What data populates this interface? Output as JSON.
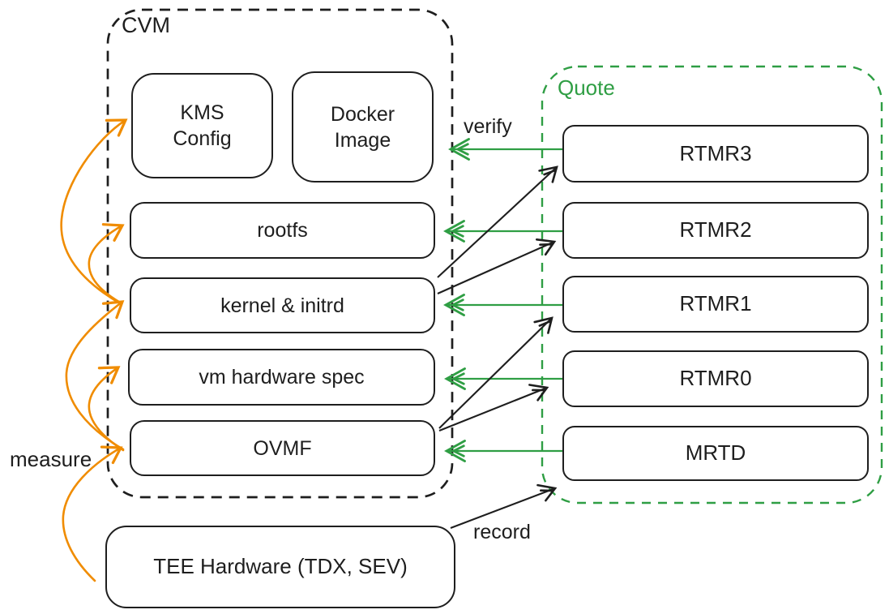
{
  "colors": {
    "ink": "#1e1e1e",
    "orange": "#f08c00",
    "green": "#2f9e44",
    "background": "#ffffff"
  },
  "cvm": {
    "label": "CVM",
    "boxes": {
      "kms_config": {
        "lines": [
          "KMS",
          "Config"
        ]
      },
      "docker_image": {
        "lines": [
          "Docker",
          "Image"
        ]
      },
      "rootfs": {
        "label": "rootfs"
      },
      "kernel_initrd": {
        "label": "kernel & initrd"
      },
      "vm_hardware_spec": {
        "label": "vm hardware spec"
      },
      "ovmf": {
        "label": "OVMF"
      }
    }
  },
  "quote": {
    "label": "Quote",
    "registers": [
      "RTMR3",
      "RTMR2",
      "RTMR1",
      "RTMR0",
      "MRTD"
    ]
  },
  "tee": {
    "label": "TEE Hardware (TDX, SEV)"
  },
  "arrows": {
    "measure": {
      "label": "measure",
      "color": "#f08c00"
    },
    "verify": {
      "label": "verify",
      "color": "#2f9e44"
    },
    "record": {
      "label": "record",
      "color": "#1e1e1e"
    }
  }
}
